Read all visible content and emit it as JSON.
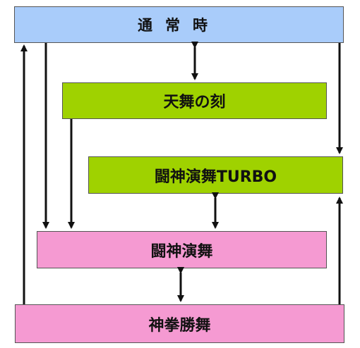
{
  "boxes": {
    "normal": "通常時",
    "tenbu": "天舞の刻",
    "turbo": "闘神演舞TURBO",
    "toushin": "闘神演舞",
    "shinken": "神拳勝舞"
  },
  "colors": {
    "normal": "#a9ccfa",
    "green": "#9fd200",
    "pink": "#f59ad2",
    "arrow": "#111111"
  }
}
